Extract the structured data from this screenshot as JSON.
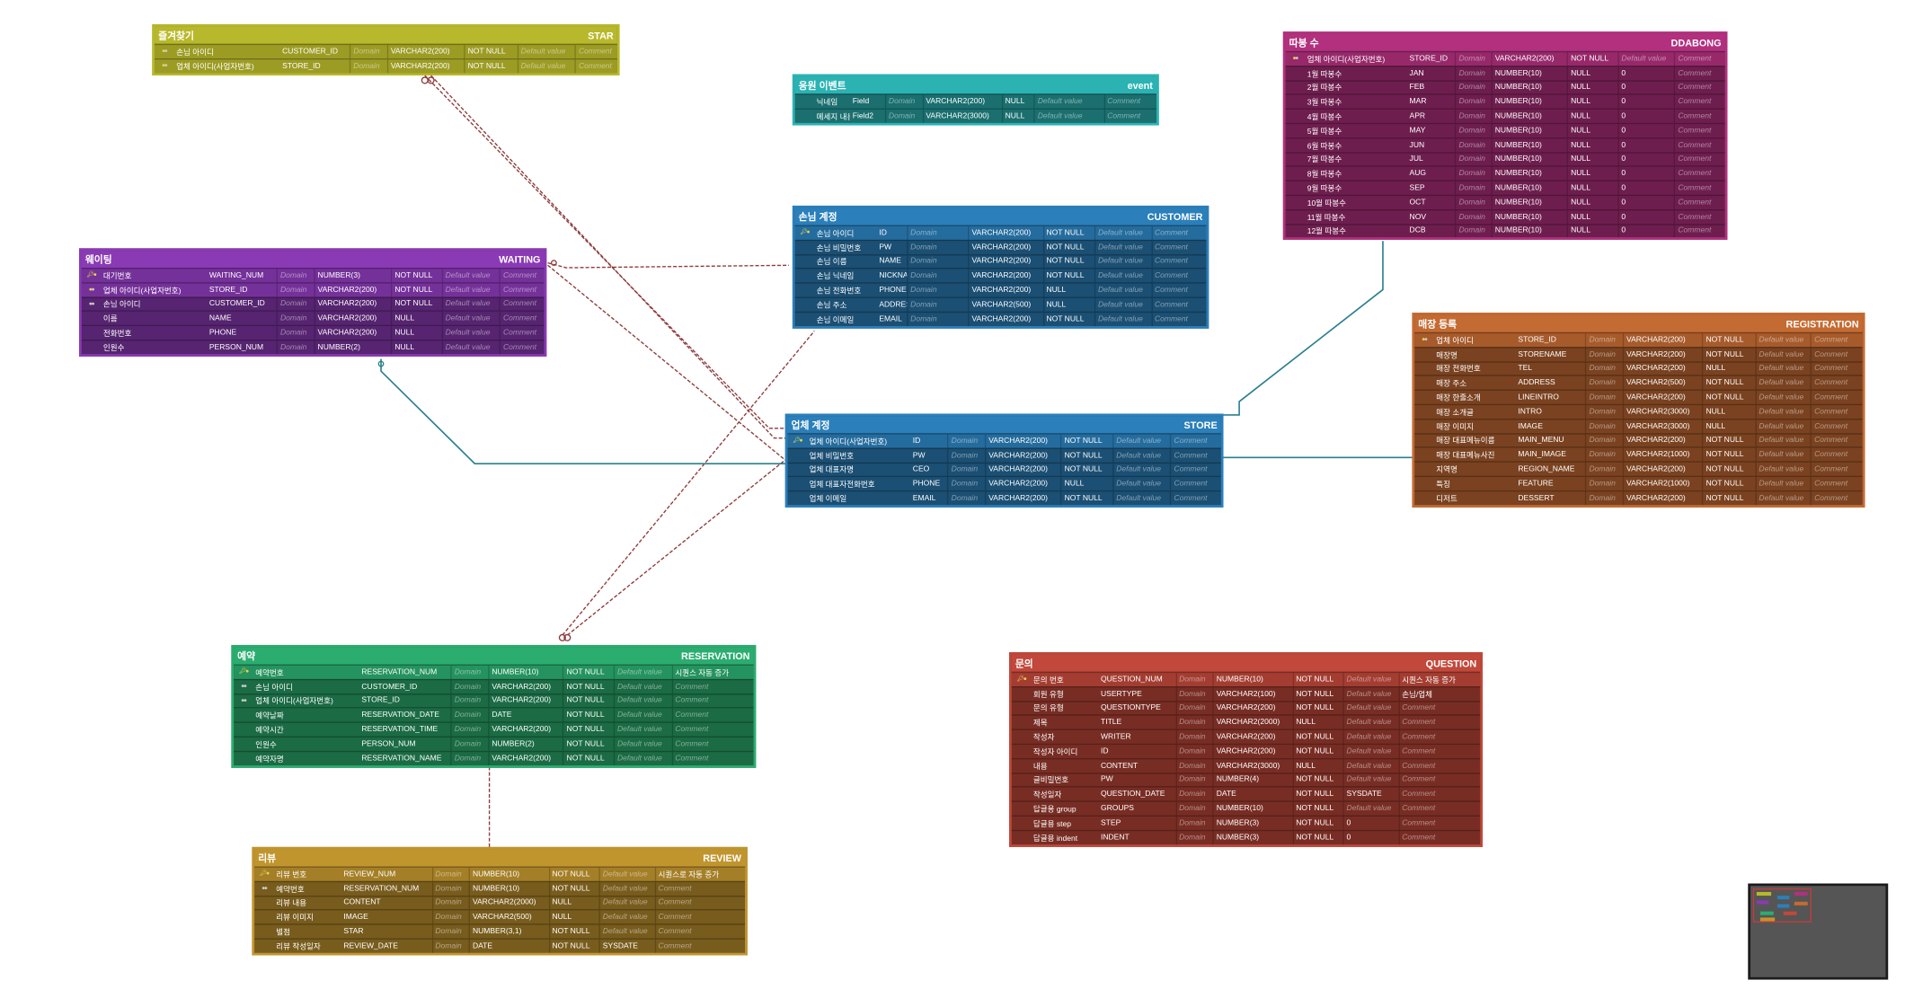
{
  "colors": {
    "star": "#b8b82c",
    "waiting": "#8a3ab5",
    "event": "#2bb3b3",
    "customer": "#2b7fba",
    "store": "#2b7fba",
    "ddabong": "#b2307e",
    "registration": "#c46b33",
    "reservation": "#2bad70",
    "question": "#c1483a",
    "review": "#c1952e",
    "relation_dashed": "#8e3a3a",
    "relation_solid": "#2a7f8e"
  },
  "placeholders": {
    "domain": "Domain",
    "default": "Default value",
    "comment": "Comment"
  },
  "tables": [
    {
      "id": "star",
      "title": "즐겨찾기",
      "name": "STAR",
      "rows": [
        {
          "key": "pfk",
          "label": "손님 아이디",
          "col": "CUSTOMER_ID",
          "type": "VARCHAR2(200)",
          "nn": "NOT NULL",
          "default": "",
          "comment": ""
        },
        {
          "key": "pfk",
          "label": "업체 아이디(사업자번호)",
          "col": "STORE_ID",
          "type": "VARCHAR2(200)",
          "nn": "NOT NULL",
          "default": "",
          "comment": ""
        }
      ]
    },
    {
      "id": "event",
      "title": "응원 이벤트",
      "name": "event",
      "rows": [
        {
          "key": "",
          "label": "닉네임",
          "col": "Field",
          "type": "VARCHAR2(200)",
          "nn": "NULL",
          "default": "",
          "comment": ""
        },
        {
          "key": "",
          "label": "메세지 내용",
          "col": "Field2",
          "type": "VARCHAR2(3000)",
          "nn": "NULL",
          "default": "",
          "comment": ""
        }
      ]
    },
    {
      "id": "customer",
      "title": "손님 계정",
      "name": "CUSTOMER",
      "rows": [
        {
          "key": "pk",
          "label": "손님 아이디",
          "col": "ID",
          "type": "VARCHAR2(200)",
          "nn": "NOT NULL",
          "default": "",
          "comment": ""
        },
        {
          "key": "",
          "label": "손님 비밀번호",
          "col": "PW",
          "type": "VARCHAR2(200)",
          "nn": "NOT NULL",
          "default": "",
          "comment": ""
        },
        {
          "key": "",
          "label": "손님 이름",
          "col": "NAME",
          "type": "VARCHAR2(200)",
          "nn": "NOT NULL",
          "default": "",
          "comment": ""
        },
        {
          "key": "",
          "label": "손님 닉네임",
          "col": "NICKNAME",
          "type": "VARCHAR2(200)",
          "nn": "NOT NULL",
          "default": "",
          "comment": ""
        },
        {
          "key": "",
          "label": "손님 전화번호",
          "col": "PHONE",
          "type": "VARCHAR2(200)",
          "nn": "NULL",
          "default": "",
          "comment": ""
        },
        {
          "key": "",
          "label": "손님 주소",
          "col": "ADDRESS",
          "type": "VARCHAR2(500)",
          "nn": "NULL",
          "default": "",
          "comment": ""
        },
        {
          "key": "",
          "label": "손님 이메일",
          "col": "EMAIL",
          "type": "VARCHAR2(200)",
          "nn": "NOT NULL",
          "default": "",
          "comment": ""
        }
      ]
    },
    {
      "id": "ddabong",
      "title": "따봉 수",
      "name": "DDABONG",
      "rows": [
        {
          "key": "pfk",
          "label": "업체 아이디(사업자번호)",
          "col": "STORE_ID",
          "type": "VARCHAR2(200)",
          "nn": "NOT NULL",
          "default": "",
          "comment": ""
        },
        {
          "key": "",
          "label": "1월 따봉수",
          "col": "JAN",
          "type": "NUMBER(10)",
          "nn": "NULL",
          "default": "0",
          "comment": ""
        },
        {
          "key": "",
          "label": "2월 따봉수",
          "col": "FEB",
          "type": "NUMBER(10)",
          "nn": "NULL",
          "default": "0",
          "comment": ""
        },
        {
          "key": "",
          "label": "3월 따봉수",
          "col": "MAR",
          "type": "NUMBER(10)",
          "nn": "NULL",
          "default": "0",
          "comment": ""
        },
        {
          "key": "",
          "label": "4월 따봉수",
          "col": "APR",
          "type": "NUMBER(10)",
          "nn": "NULL",
          "default": "0",
          "comment": ""
        },
        {
          "key": "",
          "label": "5월 따봉수",
          "col": "MAY",
          "type": "NUMBER(10)",
          "nn": "NULL",
          "default": "0",
          "comment": ""
        },
        {
          "key": "",
          "label": "6월 따봉수",
          "col": "JUN",
          "type": "NUMBER(10)",
          "nn": "NULL",
          "default": "0",
          "comment": ""
        },
        {
          "key": "",
          "label": "7월 따봉수",
          "col": "JUL",
          "type": "NUMBER(10)",
          "nn": "NULL",
          "default": "0",
          "comment": ""
        },
        {
          "key": "",
          "label": "8월 따봉수",
          "col": "AUG",
          "type": "NUMBER(10)",
          "nn": "NULL",
          "default": "0",
          "comment": ""
        },
        {
          "key": "",
          "label": "9월 따봉수",
          "col": "SEP",
          "type": "NUMBER(10)",
          "nn": "NULL",
          "default": "0",
          "comment": ""
        },
        {
          "key": "",
          "label": "10월 따봉수",
          "col": "OCT",
          "type": "NUMBER(10)",
          "nn": "NULL",
          "default": "0",
          "comment": ""
        },
        {
          "key": "",
          "label": "11월 따봉수",
          "col": "NOV",
          "type": "NUMBER(10)",
          "nn": "NULL",
          "default": "0",
          "comment": ""
        },
        {
          "key": "",
          "label": "12월 따봉수",
          "col": "DCB",
          "type": "NUMBER(10)",
          "nn": "NULL",
          "default": "0",
          "comment": ""
        }
      ]
    },
    {
      "id": "waiting",
      "title": "웨이팅",
      "name": "WAITING",
      "rows": [
        {
          "key": "pk",
          "label": "대기번호",
          "col": "WAITING_NUM",
          "type": "NUMBER(3)",
          "nn": "NOT NULL",
          "default": "",
          "comment": ""
        },
        {
          "key": "pfk",
          "label": "업체 아이디(사업자번호)",
          "col": "STORE_ID",
          "type": "VARCHAR2(200)",
          "nn": "NOT NULL",
          "default": "",
          "comment": ""
        },
        {
          "key": "fk",
          "label": "손님 아이디",
          "col": "CUSTOMER_ID",
          "type": "VARCHAR2(200)",
          "nn": "NOT NULL",
          "default": "",
          "comment": ""
        },
        {
          "key": "",
          "label": "이름",
          "col": "NAME",
          "type": "VARCHAR2(200)",
          "nn": "NULL",
          "default": "",
          "comment": ""
        },
        {
          "key": "",
          "label": "전화번호",
          "col": "PHONE",
          "type": "VARCHAR2(200)",
          "nn": "NULL",
          "default": "",
          "comment": ""
        },
        {
          "key": "",
          "label": "인원수",
          "col": "PERSON_NUM",
          "type": "NUMBER(2)",
          "nn": "NULL",
          "default": "",
          "comment": ""
        }
      ]
    },
    {
      "id": "registration",
      "title": "매장 등록",
      "name": "REGISTRATION",
      "rows": [
        {
          "key": "pfk",
          "label": "업체 아이디",
          "col": "STORE_ID",
          "type": "VARCHAR2(200)",
          "nn": "NOT NULL",
          "default": "",
          "comment": ""
        },
        {
          "key": "",
          "label": "매장명",
          "col": "STORENAME",
          "type": "VARCHAR2(200)",
          "nn": "NOT NULL",
          "default": "",
          "comment": ""
        },
        {
          "key": "",
          "label": "매장 전화번호",
          "col": "TEL",
          "type": "VARCHAR2(200)",
          "nn": "NULL",
          "default": "",
          "comment": ""
        },
        {
          "key": "",
          "label": "매장 주소",
          "col": "ADDRESS",
          "type": "VARCHAR2(500)",
          "nn": "NOT NULL",
          "default": "",
          "comment": ""
        },
        {
          "key": "",
          "label": "매장 한줄소개",
          "col": "LINEINTRO",
          "type": "VARCHAR2(200)",
          "nn": "NOT NULL",
          "default": "",
          "comment": ""
        },
        {
          "key": "",
          "label": "매장 소개글",
          "col": "INTRO",
          "type": "VARCHAR2(3000)",
          "nn": "NULL",
          "default": "",
          "comment": ""
        },
        {
          "key": "",
          "label": "매장 이미지",
          "col": "IMAGE",
          "type": "VARCHAR2(3000)",
          "nn": "NULL",
          "default": "",
          "comment": ""
        },
        {
          "key": "",
          "label": "매장 대표메뉴이름",
          "col": "MAIN_MENU",
          "type": "VARCHAR2(200)",
          "nn": "NOT NULL",
          "default": "",
          "comment": ""
        },
        {
          "key": "",
          "label": "매장 대표메뉴사진",
          "col": "MAIN_IMAGE",
          "type": "VARCHAR2(1000)",
          "nn": "NOT NULL",
          "default": "",
          "comment": ""
        },
        {
          "key": "",
          "label": "지역명",
          "col": "REGION_NAME",
          "type": "VARCHAR2(200)",
          "nn": "NOT NULL",
          "default": "",
          "comment": ""
        },
        {
          "key": "",
          "label": "특징",
          "col": "FEATURE",
          "type": "VARCHAR2(1000)",
          "nn": "NOT NULL",
          "default": "",
          "comment": ""
        },
        {
          "key": "",
          "label": "디저트",
          "col": "DESSERT",
          "type": "VARCHAR2(200)",
          "nn": "NOT NULL",
          "default": "",
          "comment": ""
        }
      ]
    },
    {
      "id": "store",
      "title": "업체 계정",
      "name": "STORE",
      "rows": [
        {
          "key": "pk",
          "label": "업체 아이디(사업자번호)",
          "col": "ID",
          "type": "VARCHAR2(200)",
          "nn": "NOT NULL",
          "default": "",
          "comment": ""
        },
        {
          "key": "",
          "label": "업체 비밀번호",
          "col": "PW",
          "type": "VARCHAR2(200)",
          "nn": "NOT NULL",
          "default": "",
          "comment": ""
        },
        {
          "key": "",
          "label": "업체 대표자명",
          "col": "CEO",
          "type": "VARCHAR2(200)",
          "nn": "NOT NULL",
          "default": "",
          "comment": ""
        },
        {
          "key": "",
          "label": "업체 대표자전화번호",
          "col": "PHONE",
          "type": "VARCHAR2(200)",
          "nn": "NULL",
          "default": "",
          "comment": ""
        },
        {
          "key": "",
          "label": "업체 이메일",
          "col": "EMAIL",
          "type": "VARCHAR2(200)",
          "nn": "NOT NULL",
          "default": "",
          "comment": ""
        }
      ]
    },
    {
      "id": "reservation",
      "title": "예약",
      "name": "RESERVATION",
      "rows": [
        {
          "key": "pk",
          "label": "예약번호",
          "col": "RESERVATION_NUM",
          "type": "NUMBER(10)",
          "nn": "NOT NULL",
          "default": "",
          "comment": "시퀀스 자동 증가"
        },
        {
          "key": "fk",
          "label": "손님 아이디",
          "col": "CUSTOMER_ID",
          "type": "VARCHAR2(200)",
          "nn": "NOT NULL",
          "default": "",
          "comment": ""
        },
        {
          "key": "fk",
          "label": "업체 아이디(사업자번호)",
          "col": "STORE_ID",
          "type": "VARCHAR2(200)",
          "nn": "NOT NULL",
          "default": "",
          "comment": ""
        },
        {
          "key": "",
          "label": "예약날짜",
          "col": "RESERVATION_DATE",
          "type": "DATE",
          "nn": "NOT NULL",
          "default": "",
          "comment": ""
        },
        {
          "key": "",
          "label": "예약시간",
          "col": "RESERVATION_TIME",
          "type": "VARCHAR2(200)",
          "nn": "NOT NULL",
          "default": "",
          "comment": ""
        },
        {
          "key": "",
          "label": "인원수",
          "col": "PERSON_NUM",
          "type": "NUMBER(2)",
          "nn": "NOT NULL",
          "default": "",
          "comment": ""
        },
        {
          "key": "",
          "label": "예약자명",
          "col": "RESERVATION_NAME",
          "type": "VARCHAR2(200)",
          "nn": "NOT NULL",
          "default": "",
          "comment": ""
        }
      ]
    },
    {
      "id": "question",
      "title": "문의",
      "name": "QUESTION",
      "rows": [
        {
          "key": "pk",
          "label": "문의 번호",
          "col": "QUESTION_NUM",
          "type": "NUMBER(10)",
          "nn": "NOT NULL",
          "default": "",
          "comment": "시퀀스 자동 증가"
        },
        {
          "key": "",
          "label": "회원 유형",
          "col": "USERTYPE",
          "type": "VARCHAR2(100)",
          "nn": "NOT NULL",
          "default": "",
          "comment": "손님/업체"
        },
        {
          "key": "",
          "label": "문의 유형",
          "col": "QUESTIONTYPE",
          "type": "VARCHAR2(200)",
          "nn": "NOT NULL",
          "default": "",
          "comment": ""
        },
        {
          "key": "",
          "label": "제목",
          "col": "TITLE",
          "type": "VARCHAR2(2000)",
          "nn": "NULL",
          "default": "",
          "comment": ""
        },
        {
          "key": "",
          "label": "작성자",
          "col": "WRITER",
          "type": "VARCHAR2(200)",
          "nn": "NOT NULL",
          "default": "",
          "comment": ""
        },
        {
          "key": "",
          "label": "작성자 아이디",
          "col": "ID",
          "type": "VARCHAR2(200)",
          "nn": "NOT NULL",
          "default": "",
          "comment": ""
        },
        {
          "key": "",
          "label": "내용",
          "col": "CONTENT",
          "type": "VARCHAR2(3000)",
          "nn": "NULL",
          "default": "",
          "comment": ""
        },
        {
          "key": "",
          "label": "글비밀번호",
          "col": "PW",
          "type": "NUMBER(4)",
          "nn": "NOT NULL",
          "default": "",
          "comment": ""
        },
        {
          "key": "",
          "label": "작성일자",
          "col": "QUESTION_DATE",
          "type": "DATE",
          "nn": "NOT NULL",
          "default": "SYSDATE",
          "comment": ""
        },
        {
          "key": "",
          "label": "답글용 group",
          "col": "GROUPS",
          "type": "NUMBER(10)",
          "nn": "NOT NULL",
          "default": "",
          "comment": ""
        },
        {
          "key": "",
          "label": "답글용 step",
          "col": "STEP",
          "type": "NUMBER(3)",
          "nn": "NOT NULL",
          "default": "0",
          "comment": ""
        },
        {
          "key": "",
          "label": "답글용 indent",
          "col": "INDENT",
          "type": "NUMBER(3)",
          "nn": "NOT NULL",
          "default": "0",
          "comment": ""
        }
      ]
    },
    {
      "id": "review",
      "title": "리뷰",
      "name": "REVIEW",
      "rows": [
        {
          "key": "pk",
          "label": "리뷰 번호",
          "col": "REVIEW_NUM",
          "type": "NUMBER(10)",
          "nn": "NOT NULL",
          "default": "",
          "comment": "시퀀스로 자동 증가"
        },
        {
          "key": "fk",
          "label": "예약번호",
          "col": "RESERVATION_NUM",
          "type": "NUMBER(10)",
          "nn": "NOT NULL",
          "default": "",
          "comment": ""
        },
        {
          "key": "",
          "label": "리뷰 내용",
          "col": "CONTENT",
          "type": "VARCHAR2(2000)",
          "nn": "NULL",
          "default": "",
          "comment": ""
        },
        {
          "key": "",
          "label": "리뷰 이미지",
          "col": "IMAGE",
          "type": "VARCHAR2(500)",
          "nn": "NULL",
          "default": "",
          "comment": ""
        },
        {
          "key": "",
          "label": "별점",
          "col": "STAR",
          "type": "NUMBER(3,1)",
          "nn": "NOT NULL",
          "default": "",
          "comment": ""
        },
        {
          "key": "",
          "label": "리뷰 작성일자",
          "col": "REVIEW_DATE",
          "type": "DATE",
          "nn": "NOT NULL",
          "default": "SYSDATE",
          "comment": ""
        }
      ]
    }
  ]
}
